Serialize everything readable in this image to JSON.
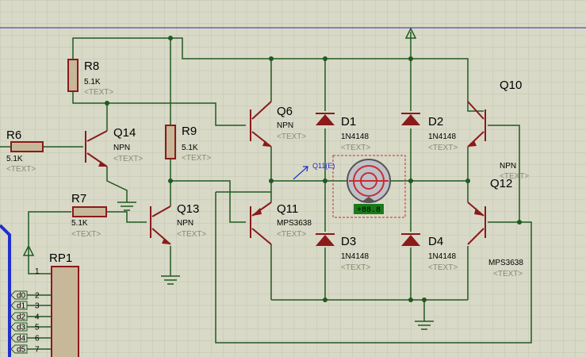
{
  "colors": {
    "background": "#d9d9c8",
    "grid": "#c4c4b0",
    "wire": "#1f5a1f",
    "component": "#8b1a1a",
    "bus": "#1f2fd0",
    "probe": "#1f2fd0",
    "motor_fill": "#c0c0c8",
    "motor_label_bg": "#1a7a1a"
  },
  "placeholder_text": "<TEXT>",
  "components": {
    "R8": {
      "ref": "R8",
      "value": "5.1K"
    },
    "R6": {
      "ref": "R6",
      "value": "5.1K"
    },
    "R7": {
      "ref": "R7",
      "value": "5.1K"
    },
    "R9": {
      "ref": "R9",
      "value": "5.1K"
    },
    "Q14": {
      "ref": "Q14",
      "value": "NPN"
    },
    "Q13": {
      "ref": "Q13",
      "value": "NPN"
    },
    "Q6": {
      "ref": "Q6",
      "value": "NPN"
    },
    "Q11": {
      "ref": "Q11",
      "value": "MPS3638"
    },
    "Q10": {
      "ref": "Q10",
      "value": "NPN"
    },
    "Q12": {
      "ref": "Q12",
      "value": "MPS3638"
    },
    "D1": {
      "ref": "D1",
      "value": "1N4148"
    },
    "D2": {
      "ref": "D2",
      "value": "1N4148"
    },
    "D3": {
      "ref": "D3",
      "value": "1N4148"
    },
    "D4": {
      "ref": "D4",
      "value": "1N4148"
    },
    "RP1": {
      "ref": "RP1"
    }
  },
  "probe": {
    "label": "Q11(E)"
  },
  "motor": {
    "label": "+88.8"
  },
  "rp1_pins": [
    {
      "pin": "1",
      "net": ""
    },
    {
      "pin": "2",
      "net": "d0"
    },
    {
      "pin": "3",
      "net": "d1"
    },
    {
      "pin": "4",
      "net": "d2"
    },
    {
      "pin": "5",
      "net": "d3"
    },
    {
      "pin": "6",
      "net": "d4"
    },
    {
      "pin": "7",
      "net": "d5"
    }
  ]
}
